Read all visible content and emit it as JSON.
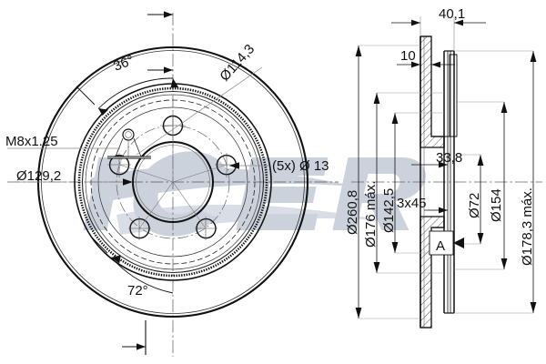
{
  "drawing": {
    "title": "Brake disc technical drawing",
    "watermark": "ICER",
    "watermark_color": "#ccd2dc",
    "line_color": "#111111",
    "background": "#ffffff"
  },
  "front_view": {
    "name": "front-view",
    "labels": {
      "thread": "M8x1.25",
      "outer_diameter": "Ø129,2",
      "bolt_circle": "Ø114,3",
      "hole_count": "(5x) Ø 13",
      "angle_upper": "36°",
      "angle_lower": "72°"
    },
    "bolt_holes": 5,
    "bolt_pitch_deg": 72,
    "bolt_offset_deg": 36
  },
  "section_view": {
    "name": "section-view",
    "detail_marker": "A",
    "labels": {
      "overall_width": "40,1",
      "hat_thickness": "10",
      "disc_thickness": "33,8",
      "chamfer": "3x45",
      "outer_diameter": "Ø260,8",
      "max_diameter": "Ø176 máx.",
      "pilot_diameter": "Ø142,5",
      "bore_diameter": "Ø72",
      "inner_diameter": "Ø154",
      "max_diameter_right": "Ø178,3 máx."
    }
  }
}
